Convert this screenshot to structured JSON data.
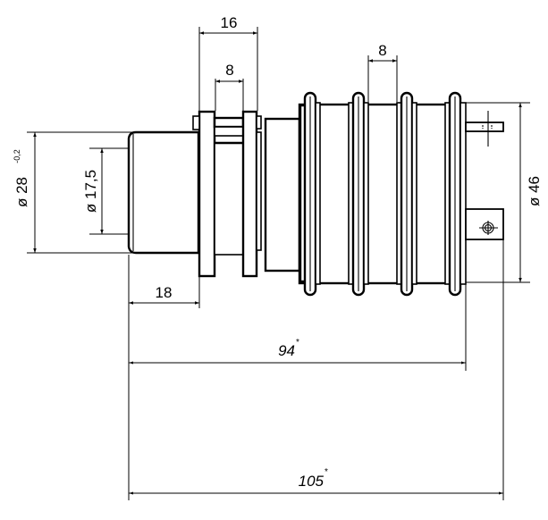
{
  "drawing": {
    "title": "Slip ring assembly – side view with dimensions",
    "line_color": "#000000",
    "background": "#ffffff"
  },
  "dimensions": {
    "flange_span": {
      "label": "16"
    },
    "flange_gap": {
      "label": "8"
    },
    "ring_pitch": {
      "label": "8"
    },
    "shaft_diameter": {
      "label": "ø 28",
      "tolerance": "-0,2"
    },
    "bore_diameter": {
      "label": "ø 17,5"
    },
    "body_diameter": {
      "label": "ø 46"
    },
    "shaft_length": {
      "label": "18"
    },
    "body_length": {
      "label": "94",
      "mark": "*"
    },
    "overall_length": {
      "label": "105",
      "mark": "*"
    }
  },
  "parts": {
    "ring_count": 4,
    "flange_count": 2,
    "terminals": [
      "pin-terminal",
      "lug-terminal"
    ]
  }
}
